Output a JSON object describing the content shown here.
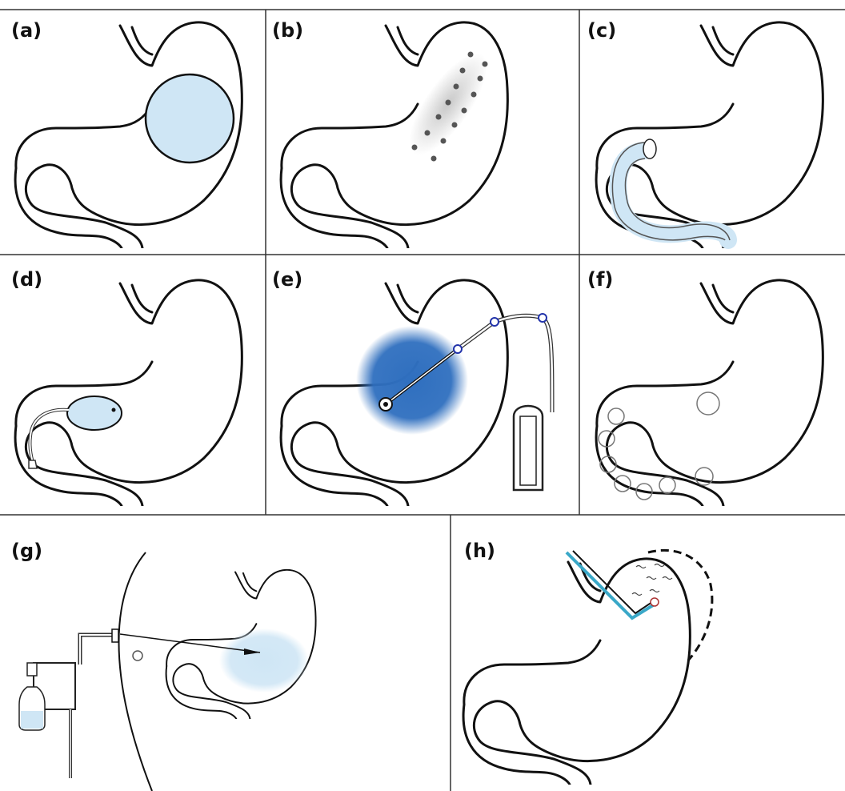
{
  "panels": [
    {
      "label": "(a)",
      "device": "intragastric-balloon"
    },
    {
      "label": "(b)",
      "device": "endoscopic-sleeve-sutures"
    },
    {
      "label": "(c)",
      "device": "duodenal-jejunal-bypass-liner"
    },
    {
      "label": "(d)",
      "device": "transpyloric-shuttle"
    },
    {
      "label": "(e)",
      "device": "aspiration-therapy"
    },
    {
      "label": "(f)",
      "device": "magnetic-anastomosis-rings"
    },
    {
      "label": "(g)",
      "device": "percutaneous-gastric-injection"
    },
    {
      "label": "(h)",
      "device": "fundus-ablation-plication"
    }
  ],
  "colors": {
    "outline": "#111111",
    "light_blue": "#cfe6f5",
    "dark_blue": "#2f6fbf",
    "marker_blue": "#2233aa",
    "suture_gray": "#555555",
    "cyan_catheter": "#3aa8c8"
  }
}
